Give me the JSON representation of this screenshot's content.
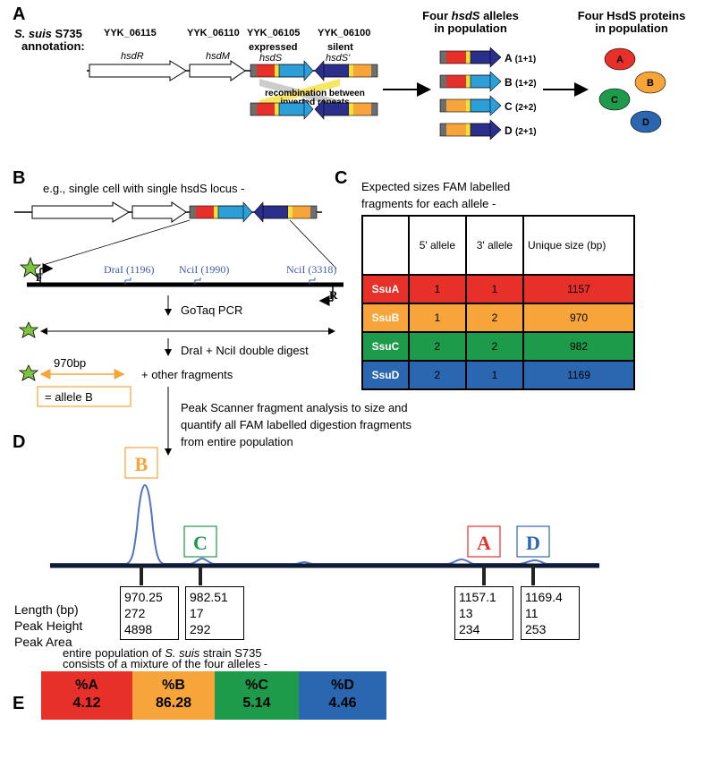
{
  "panels": {
    "a": "A",
    "b": "B",
    "c": "C",
    "d": "D",
    "e": "E"
  },
  "colors": {
    "red": "#e8302a",
    "blue": "#2c9fd9",
    "orange": "#f7a53a",
    "navy": "#2b2f8c",
    "yellow": "#f5e03a",
    "gray": "#6e6e6e",
    "green": "#1d9a4a",
    "dblue": "#2b66b0",
    "peak_blue": "#5272c4",
    "text_blue": "#3d5ca8"
  },
  "panel_a": {
    "strain_italic": "S. suis",
    "strain_rest": " S735",
    "annotation": "annotation:",
    "locus_tags": [
      "YYK_06115",
      "YYK_06110",
      "YYK_06105",
      "YYK_06100"
    ],
    "gene_hsdR": "hsdR",
    "gene_hsdM": "hsdM",
    "expressed": "expressed",
    "hsdS": "hsdS",
    "silent": "silent",
    "hsdS_prime": "hsdS'",
    "recombination_1": "recombination between",
    "recombination_2": "inverted repeats",
    "alleles_title_1": "Four",
    "alleles_title_2": "hsdS",
    "alleles_title_3": " alleles",
    "alleles_title_4": "in population",
    "alleles": [
      {
        "letter": "A",
        "combo": "(1+1)"
      },
      {
        "letter": "B",
        "combo": "(1+2)"
      },
      {
        "letter": "C",
        "combo": "(2+2)"
      },
      {
        "letter": "D",
        "combo": "(2+1)"
      }
    ],
    "proteins_title_1": "Four HsdS proteins",
    "proteins_title_2": "in population",
    "proteins": [
      "A",
      "B",
      "C",
      "D"
    ]
  },
  "panel_b": {
    "caption": "e.g., single cell with single hsdS locus -",
    "sites": [
      {
        "label": "DraI (1196)"
      },
      {
        "label": "NciI (1990)"
      },
      {
        "label": "NciI (3318)"
      }
    ],
    "primer_f": "F",
    "primer_r": "R",
    "step1": "GoTaq PCR",
    "step2": "DraI + NciI double digest",
    "fragment": "970bp",
    "other": "+ other fragments",
    "allele_box": "= allele B",
    "step3_1": "Peak Scanner fragment analysis to size and",
    "step3_2": "quantify all FAM labelled digestion fragments",
    "step3_3": "from entire population"
  },
  "panel_c": {
    "title_1": "Expected sizes FAM labelled",
    "title_2": "fragments for each allele -",
    "headers": [
      "",
      "5' allele",
      "3' allele",
      "Unique size (bp)"
    ],
    "rows": [
      {
        "name": "SsuA",
        "five": "1",
        "three": "1",
        "size": "1157",
        "color": "#e8302a"
      },
      {
        "name": "SsuB",
        "five": "1",
        "three": "2",
        "size": "970",
        "color": "#f7a53a"
      },
      {
        "name": "SsuC",
        "five": "2",
        "three": "2",
        "size": "982",
        "color": "#1d9a4a"
      },
      {
        "name": "SsuD",
        "five": "2",
        "three": "1",
        "size": "1169",
        "color": "#2b66b0"
      }
    ]
  },
  "panel_d": {
    "row_labels": [
      "Length (bp)",
      "Peak Height",
      "Peak Area"
    ],
    "peaks": [
      {
        "letter": "B",
        "length": "970.25",
        "height": "272",
        "area": "4898"
      },
      {
        "letter": "C",
        "length": "982.51",
        "height": "17",
        "area": "292"
      },
      {
        "letter": "A",
        "length": "1157.1",
        "height": "13",
        "area": "234"
      },
      {
        "letter": "D",
        "length": "1169.4",
        "height": "11",
        "area": "253"
      }
    ]
  },
  "panel_e": {
    "caption_1": "entire population of ",
    "caption_italic": "S. suis",
    "caption_2": " strain S735",
    "caption_3": "consists of a mixture of the four alleles -",
    "segments": [
      {
        "label": "%A",
        "value": "4.12",
        "color": "#e8302a"
      },
      {
        "label": "%B",
        "value": "86.28",
        "color": "#f7a53a"
      },
      {
        "label": "%C",
        "value": "5.14",
        "color": "#1d9a4a"
      },
      {
        "label": "%D",
        "value": "4.46",
        "color": "#2b66b0"
      }
    ]
  }
}
